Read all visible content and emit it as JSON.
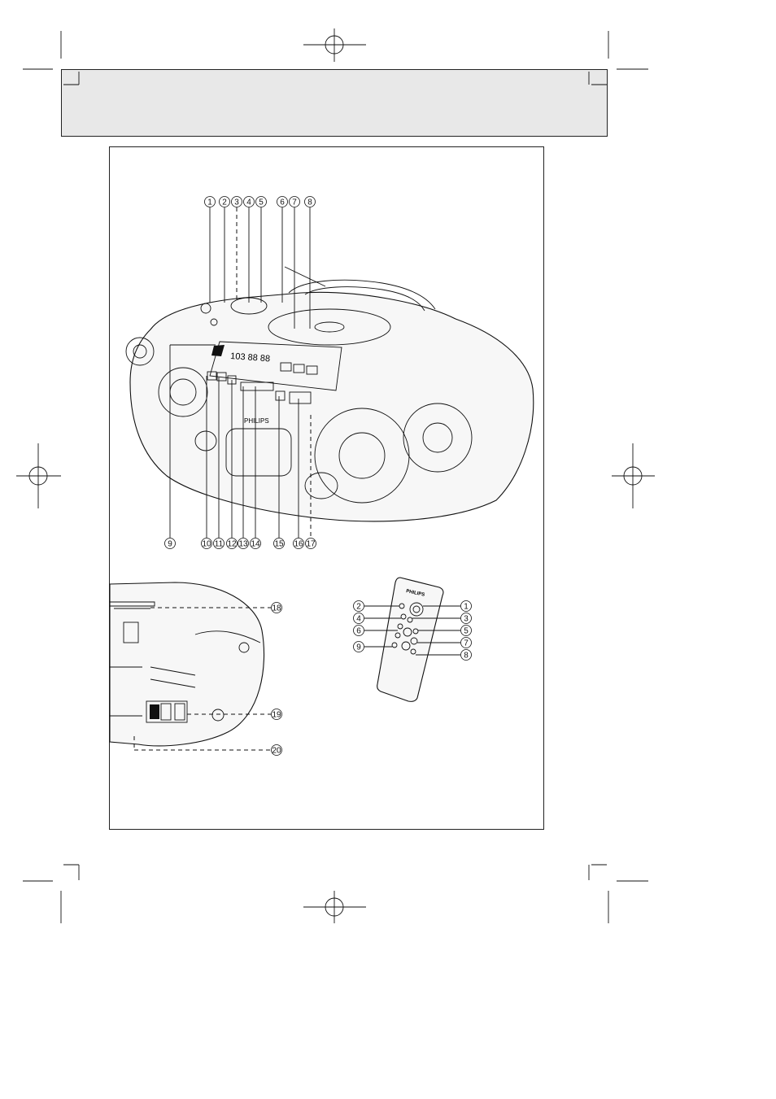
{
  "main_unit_callouts_top": [
    "1",
    "2",
    "3",
    "4",
    "5",
    "6",
    "7",
    "8"
  ],
  "main_unit_callouts_bottom": [
    "9",
    "10",
    "11",
    "12",
    "13",
    "14",
    "15",
    "16",
    "17"
  ],
  "side_view_callouts": [
    "18",
    "19",
    "20"
  ],
  "remote": {
    "brand": "PHILIPS",
    "callouts_left": [
      "2",
      "4",
      "6",
      "9"
    ],
    "callouts_right": [
      "1",
      "3",
      "5",
      "7",
      "8"
    ]
  },
  "display_readout": "103 88 88",
  "unit_brand": "PHILIPS"
}
